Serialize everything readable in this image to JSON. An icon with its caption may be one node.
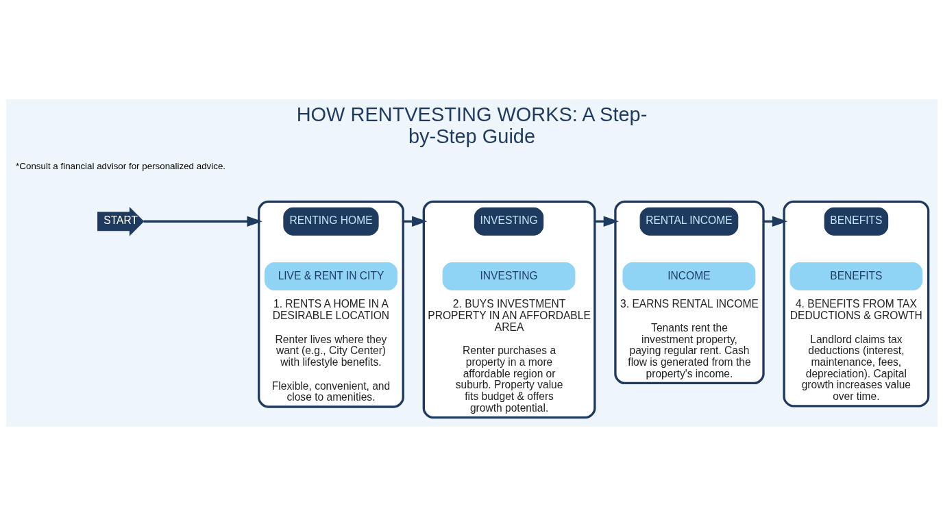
{
  "diagram": {
    "title": "HOW RENTVESTING WORKS: A Step-by-Step Guide",
    "caption": "*Consult a financial advisor for personalized advice.",
    "nodes": [
      {
        "text": [
          "START"
        ]
      },
      {
        "text": [
          "1. RENTS A HOME IN A DESIRABLE LOCATION",
          "Renter lives where they want (e.g., City Center) with lifestyle benefits.",
          "Flexible, convenient, and close to amenities."
        ]
      },
      {
        "text": [
          "RENTING HOME"
        ],
        "in": 1
      },
      {
        "text": [
          "LIVE & RENT IN CITY"
        ],
        "in": 1
      },
      {
        "text": [
          "2. BUYS INVESTMENT PROPERTY IN AN AFFORDABLE AREA",
          "Renter purchases a property in a more affordable region or suburb. Property value fits budget & offers growth potential."
        ]
      },
      {
        "text": [
          "INVESTING"
        ],
        "in": 4
      },
      {
        "text": [
          "INVESTING"
        ],
        "in": 4
      },
      {
        "text": [
          "3. EARNS RENTAL INCOME",
          "Tenants rent the investment property, paying regular rent. Cash flow is generated from the property's income."
        ]
      },
      {
        "text": [
          "RENTAL INCOME"
        ],
        "in": 7
      },
      {
        "text": [
          "INCOME"
        ],
        "in": 7
      },
      {
        "text": [
          "4. BENEFITS FROM TAX DEDUCTIONS & GROWTH",
          "Landlord claims tax deductions (interest, maintenance, fees, depreciation). Capital growth increases value over time."
        ]
      },
      {
        "text": [
          "BENEFITS"
        ],
        "in": 10
      },
      {
        "text": [
          "BENEFITS"
        ],
        "in": 10
      }
    ],
    "edges": [
      {
        "from": 0,
        "to": 1,
        "arrow": "to"
      },
      {
        "from": 1,
        "to": 4,
        "arrow": "to"
      },
      {
        "from": 4,
        "to": 7,
        "arrow": "to"
      },
      {
        "from": 7,
        "to": 10,
        "arrow": "to"
      }
    ]
  }
}
